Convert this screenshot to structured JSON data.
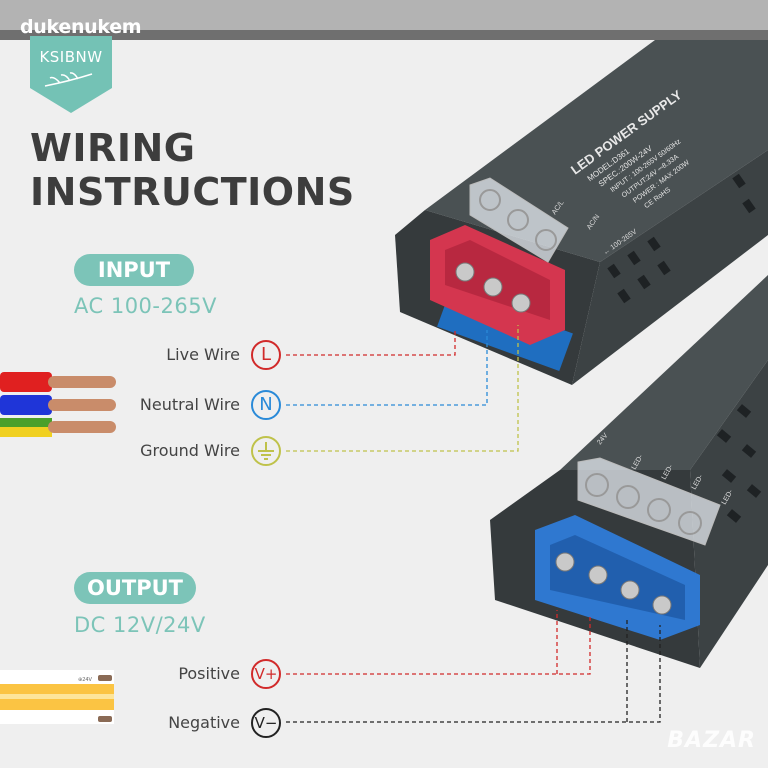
{
  "watermark_user": "dukenukem",
  "brand": "KSIBNW",
  "title_line1": "WIRING",
  "title_line2": "INSTRUCTIONS",
  "input": {
    "label": "INPUT",
    "spec": "AC 100-265V",
    "wires": [
      {
        "label": "Live Wire",
        "symbol": "L",
        "color": "#d12a2a"
      },
      {
        "label": "Neutral Wire",
        "symbol": "N",
        "color": "#2a8ad8"
      },
      {
        "label": "Ground Wire",
        "symbol": "ground-icon",
        "color": "#bfc24a"
      }
    ]
  },
  "output": {
    "label": "OUTPUT",
    "spec": "DC 12V/24V",
    "wires": [
      {
        "label": "Positive",
        "symbol": "V+",
        "color": "#d12a2a"
      },
      {
        "label": "Negative",
        "symbol": "V−",
        "color": "#222222"
      }
    ],
    "strip_marking": "⊕24V"
  },
  "product_label": {
    "name": "LED POWER SUPPLY",
    "model": "MODEL:D361",
    "spec": "SPEC.:200W-24V",
    "input": "INPUT : 100-265V 50/60Hz",
    "output": "OUTPUT:24V ⎓8.33A",
    "power": "POWER : MAX 200W",
    "certs": "CE RoHS"
  },
  "terminal_labels": {
    "acn": "AC/N",
    "acl": "AC/L",
    "range": "← 100-265V",
    "v24": "24V",
    "led": "LED-"
  },
  "site_watermark": "BAZAR",
  "colors": {
    "accent": "#7cc4b8",
    "title": "#3d3d3d",
    "housing": "#474d4f",
    "input_terminal": "#d4364f",
    "output_terminal": "#2f78d0"
  }
}
